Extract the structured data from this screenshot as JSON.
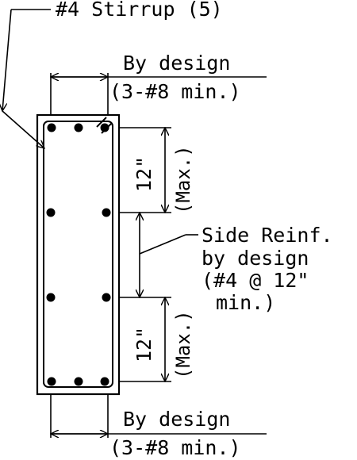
{
  "labels": {
    "stirrup": "#4 Stirrup (5)",
    "top_by_design": "By design",
    "top_min": "(3-#8 min.)",
    "bottom_by_design": "By design",
    "bottom_min": "(3-#8 min.)",
    "spacing_upper": "12\"",
    "max_upper": "(Max.)",
    "spacing_lower": "12\"",
    "max_lower": "(Max.)",
    "side_line1": "Side Reinf.",
    "side_line2": "by design",
    "side_line3": "(#4 @ 12\"",
    "side_line4": "min.)"
  },
  "bars": {
    "top_count": 3,
    "bottom_count": 3,
    "side_per_face": 2
  }
}
